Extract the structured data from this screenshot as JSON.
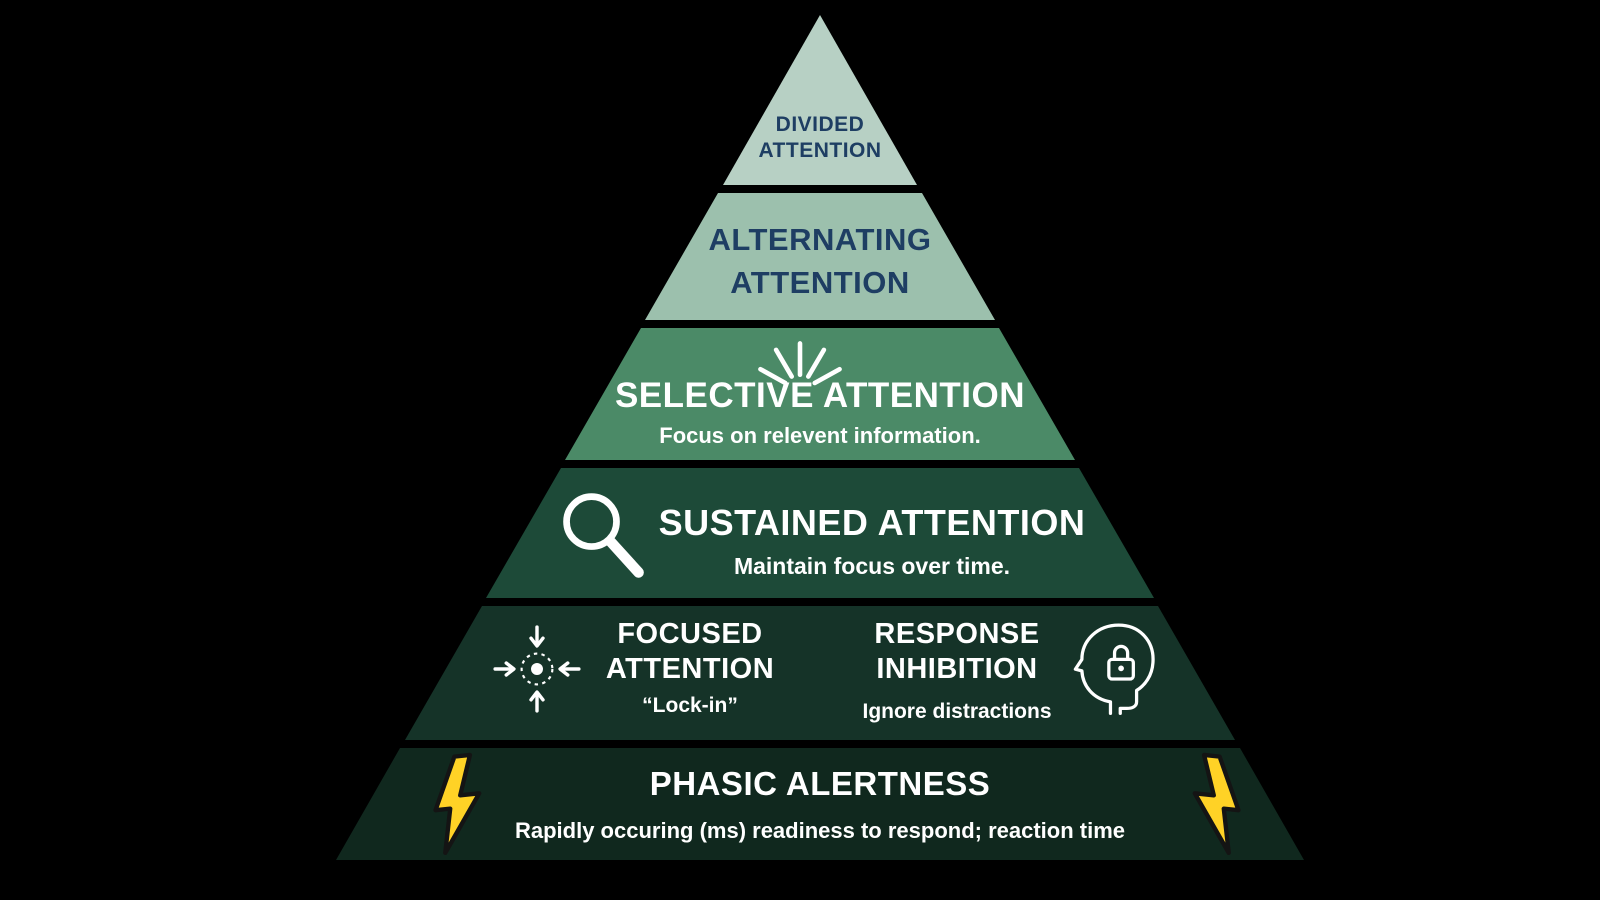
{
  "background_color": "#000000",
  "diagram_title": "attention-hierarchy-pyramid",
  "colors": {
    "navy_text": "#1e3e63",
    "white_text": "#ffffff",
    "bolt_yellow": "#ffd226"
  },
  "layers": [
    {
      "id": "divided",
      "title": "DIVIDED\nATTENTION",
      "fill": "#b7d0c4",
      "text_color": "#1e3e63"
    },
    {
      "id": "alternating",
      "title": "ALTERNATING\nATTENTION",
      "fill": "#9cc0ad",
      "text_color": "#1e3e63"
    },
    {
      "id": "selective",
      "title": "SELECTIVE ATTENTION",
      "subtitle": "Focus on relevent information.",
      "fill": "#4b8a67",
      "text_color": "#ffffff",
      "icon": "burst-rays-icon"
    },
    {
      "id": "sustained",
      "title": "SUSTAINED ATTENTION",
      "subtitle": "Maintain focus over time.",
      "fill": "#1d4a38",
      "text_color": "#ffffff",
      "icon": "magnifier-icon"
    },
    {
      "id": "focused-response",
      "fill": "#153328",
      "text_color": "#ffffff",
      "left": {
        "title": "FOCUSED\nATTENTION",
        "subtitle": "“Lock-in”",
        "icon": "converging-arrows-icon"
      },
      "right": {
        "title": "RESPONSE\nINHIBITION",
        "subtitle": "Ignore distractions",
        "icon": "head-lock-icon"
      }
    },
    {
      "id": "phasic",
      "title": "PHASIC ALERTNESS",
      "subtitle": "Rapidly occuring (ms) readiness to respond; reaction time",
      "fill": "#10281e",
      "text_color": "#ffffff",
      "icons": [
        "lightning-icon-left",
        "lightning-icon-right"
      ]
    }
  ]
}
